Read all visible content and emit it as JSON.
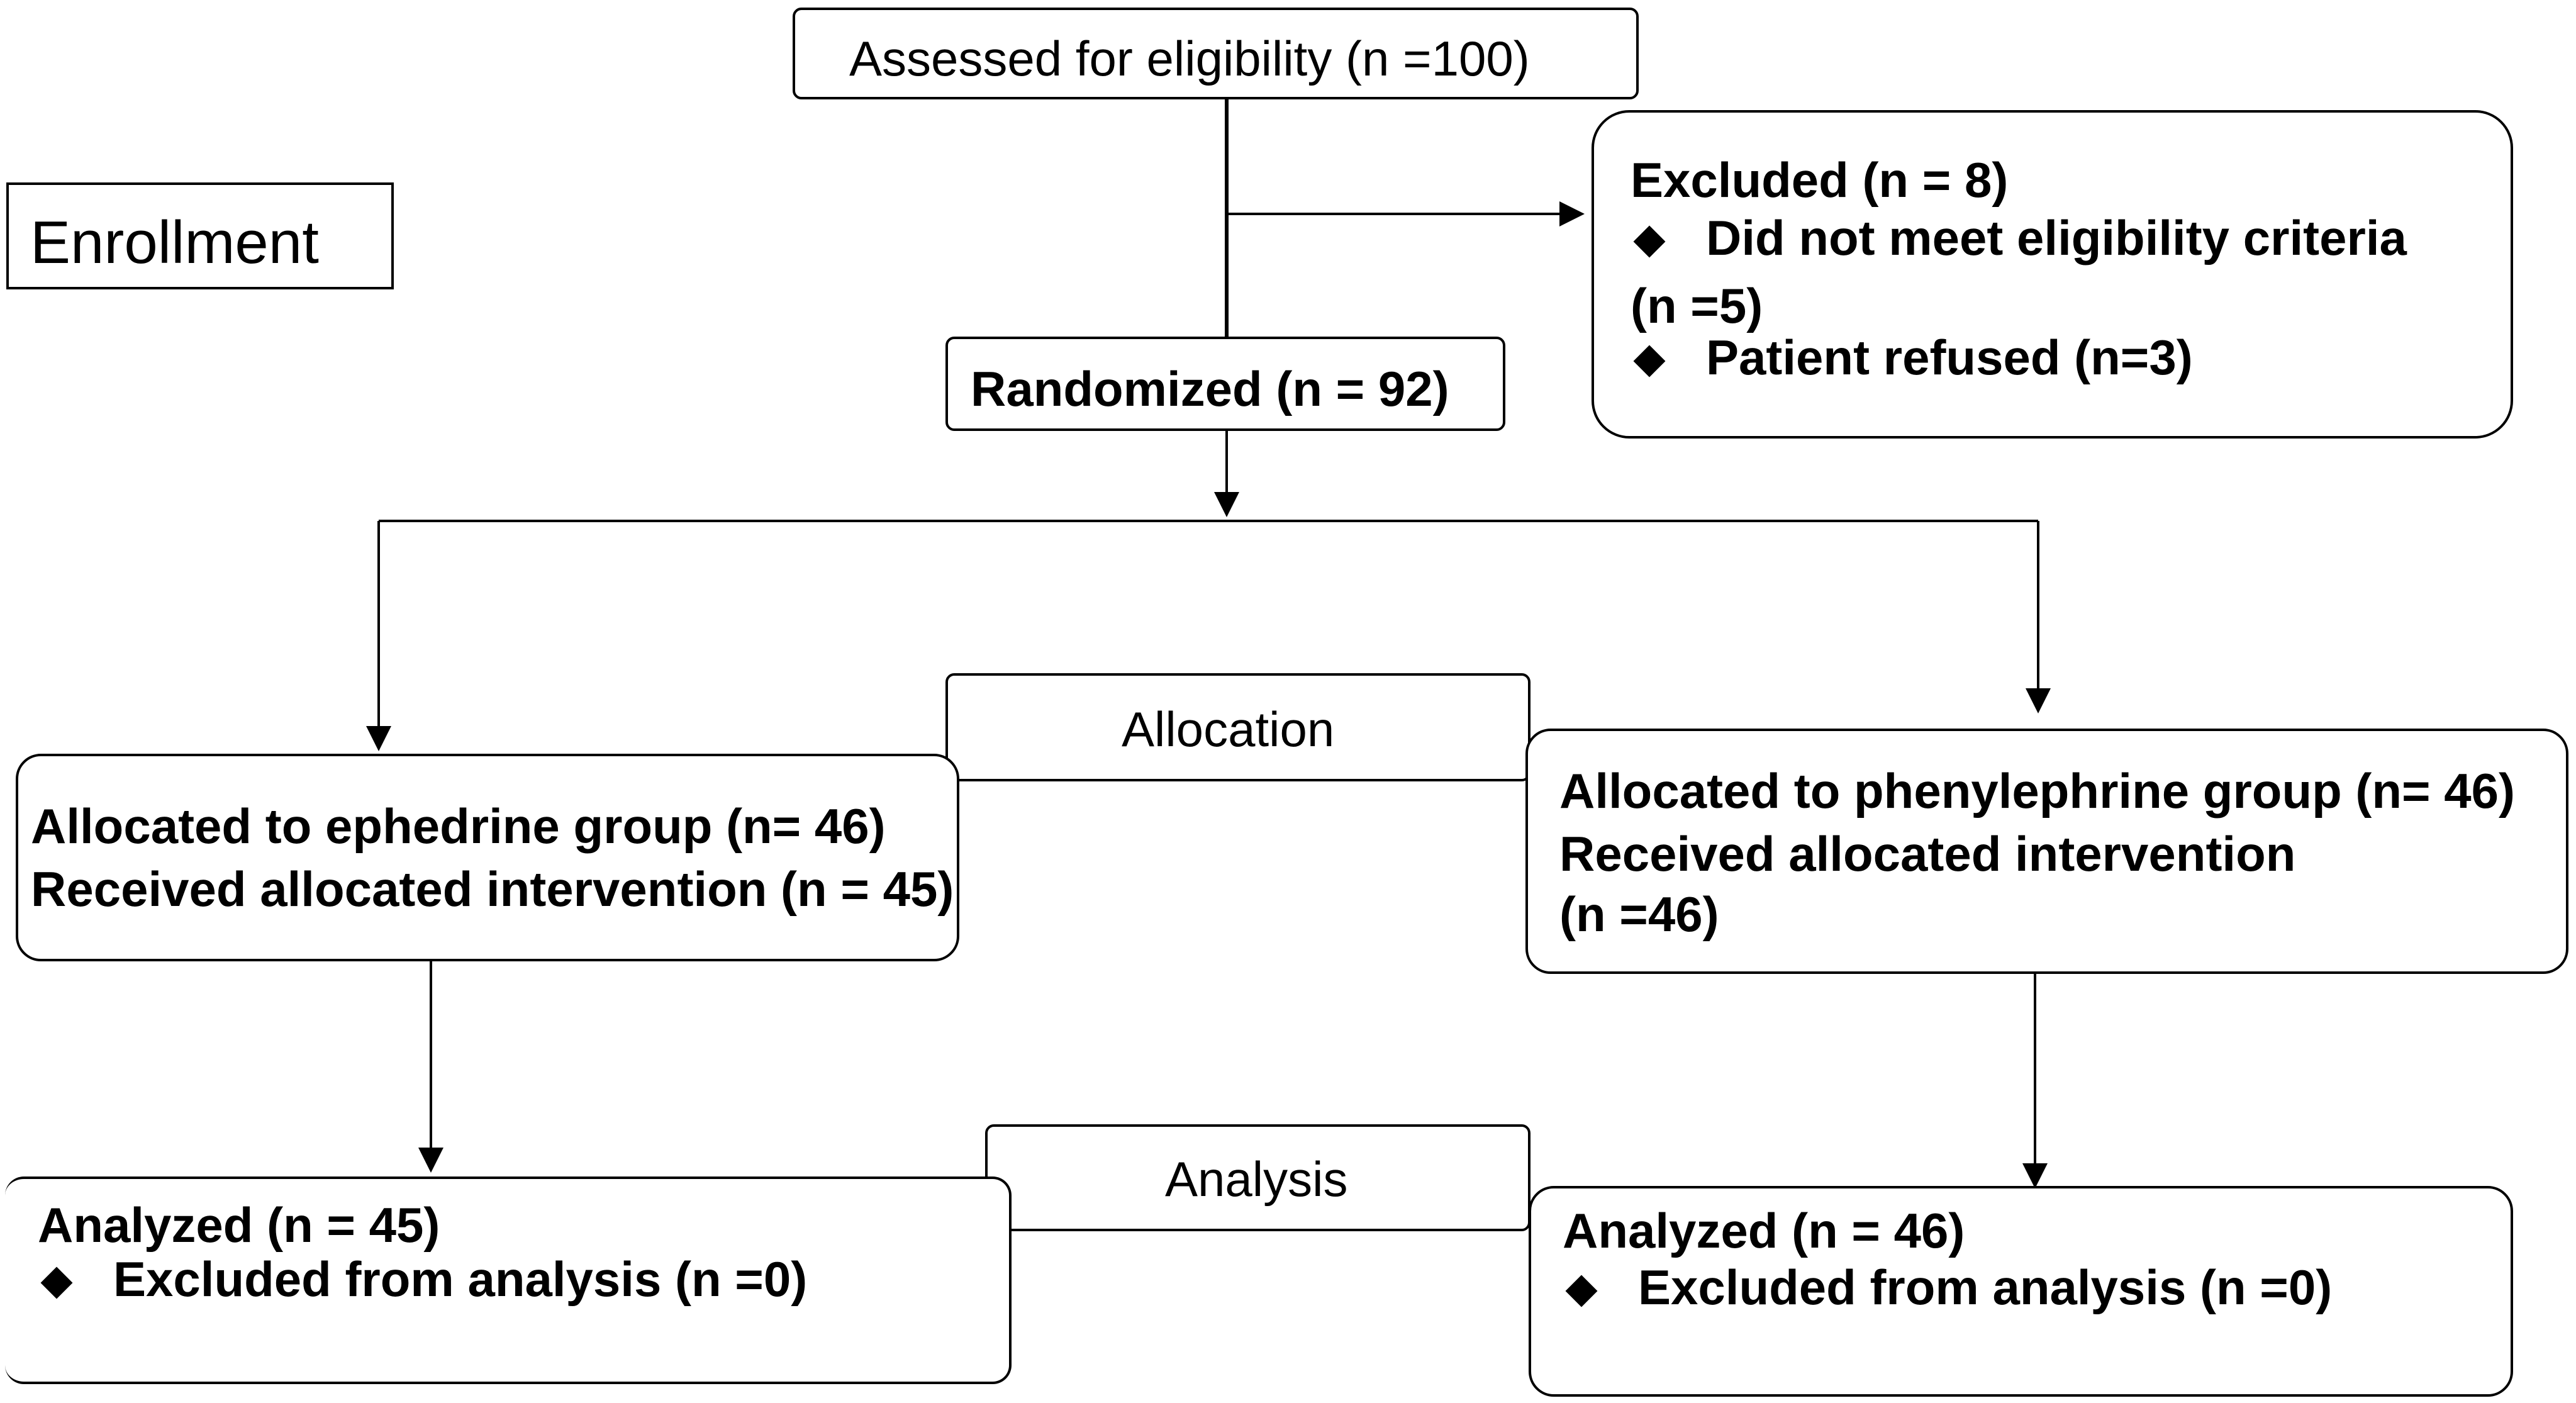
{
  "stage_labels": {
    "enrollment": "Enrollment",
    "allocation": "Allocation",
    "analysis": "Analysis"
  },
  "assessed": "Assessed for eligibility (n =100)",
  "excluded": {
    "title": "Excluded (n = 8)",
    "item1_line1": "Did not meet eligibility criteria",
    "item1_line2": "(n =5)",
    "item2": "Patient refused (n=3)"
  },
  "randomized": "Randomized (n = 92)",
  "ephedrine": {
    "allocated": "Allocated to ephedrine group (n= 46)",
    "received": "Received allocated intervention (n = 45)"
  },
  "phenylephrine": {
    "allocated": "Allocated to phenylephrine group (n= 46)",
    "received_line1": "Received allocated intervention",
    "received_line2": "(n =46)"
  },
  "analysis_left": {
    "analyzed": "Analyzed (n = 45)",
    "excluded": "Excluded from analysis (n =0)"
  },
  "analysis_right": {
    "analyzed": "Analyzed (n = 46)",
    "excluded": "Excluded from analysis (n =0)"
  }
}
